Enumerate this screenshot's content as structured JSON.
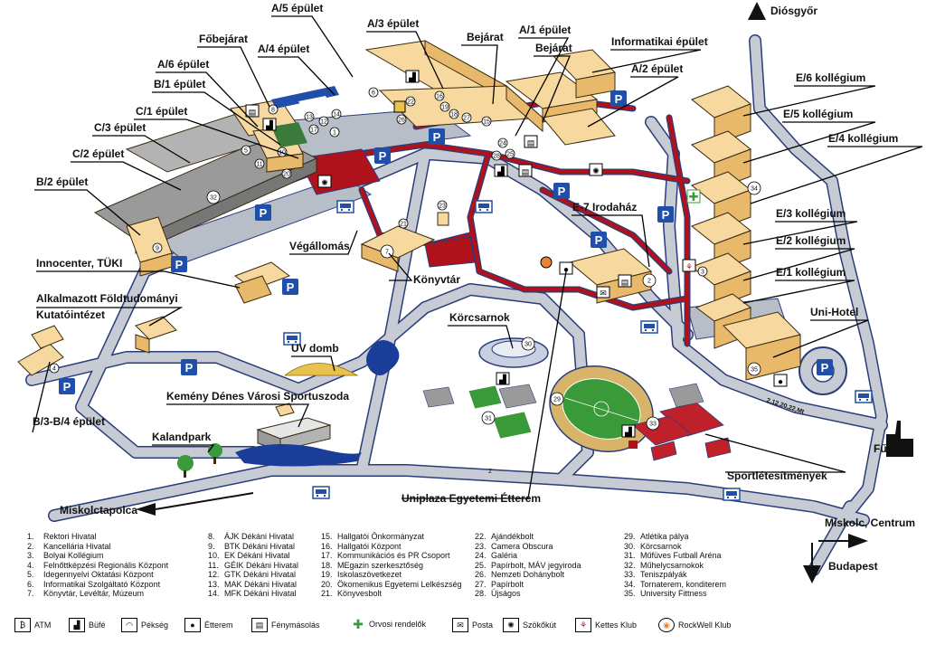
{
  "buildings": {
    "a5": "A/5 épület",
    "a3": "A/3 épület",
    "a4": "A/4 épület",
    "fobejarat": "Főbejárat",
    "a6": "A/6 épület",
    "b1": "B/1 épület",
    "c1": "C/1 épület",
    "c3": "C/3 épület",
    "c2": "C/2 épület",
    "b2": "B/2 épület",
    "bejarat1": "Bejárat",
    "a1": "A/1 épület",
    "bejarat2": "Bejárat",
    "informatikai": "Informatikai épület",
    "a2": "A/2 épület",
    "e6": "E/6 kollégium",
    "e5": "E/5 kollégium",
    "e4": "E/4 kollégium",
    "e3": "E/3 kollégium",
    "e2": "E/2 kollégium",
    "e1": "E/1 kollégium",
    "unihotel": "Uni-Hotel",
    "e7": "E-7 Irodaház",
    "vegallomas": "Végállomás",
    "konyvtar": "Könyvtár",
    "innocenter": "Innocenter, TÜKI",
    "alkalmazott1": "Alkalmazott Földtudományi",
    "alkalmazott2": "Kutatóintézet",
    "korcsarnok": "Körcsarnok",
    "uvdomb": "UV domb",
    "sportuszoda": "Kemény Dénes Városi Sportuszoda",
    "b3b4": "B/3-B/4 épület",
    "kalandpark": "Kalandpark",
    "sportletesitmenyek": "Sportlétesítmények",
    "uniplaza": "Uniplaza Egyetemi Étterem",
    "futomu": "Fűtőmű"
  },
  "directions": {
    "diosgyor": "Diósgyőr",
    "miskolctapolca": "Miskolctapolca",
    "centrum": "Miskolc, Centrum",
    "budapest": "Budapest"
  },
  "bus_lines": "2,12,20,22,Mt",
  "road_number": "2",
  "map_numbers": [
    "1",
    "2",
    "3",
    "4",
    "5",
    "6",
    "7",
    "8",
    "9",
    "10",
    "11",
    "12",
    "13",
    "14",
    "15",
    "16",
    "17",
    "18",
    "19",
    "20",
    "21",
    "22",
    "23",
    "24",
    "25",
    "26",
    "27",
    "28",
    "29",
    "30",
    "31",
    "32",
    "33",
    "34",
    "35"
  ],
  "legend": {
    "col1": [
      {
        "n": "1.",
        "t": "Rektori Hivatal"
      },
      {
        "n": "2.",
        "t": "Kancellária Hivatal"
      },
      {
        "n": "3.",
        "t": "Bolyai Kollégium"
      },
      {
        "n": "4.",
        "t": "Felnőttképzési Regionális Központ"
      },
      {
        "n": "5.",
        "t": "Idegennyelvi Oktatási Központ"
      },
      {
        "n": "6.",
        "t": "Informatikai Szolgáltató Központ"
      },
      {
        "n": "7.",
        "t": "Könyvtár, Levéltár, Múzeum"
      }
    ],
    "col2": [
      {
        "n": "8.",
        "t": "ÁJK Dékáni Hivatal"
      },
      {
        "n": "9.",
        "t": "BTK Dékáni Hivatal"
      },
      {
        "n": "10.",
        "t": "EK Dékáni Hivatal"
      },
      {
        "n": "11.",
        "t": "GÉIK Dékáni Hivatal"
      },
      {
        "n": "12.",
        "t": "GTK Dékáni Hivatal"
      },
      {
        "n": "13.",
        "t": "MAK Dékáni Hivatal"
      },
      {
        "n": "14.",
        "t": "MFK Dékáni Hivatal"
      }
    ],
    "col3": [
      {
        "n": "15.",
        "t": "Hallgatói Önkormányzat"
      },
      {
        "n": "16.",
        "t": "Hallgatói Központ"
      },
      {
        "n": "17.",
        "t": "Kommunikációs és PR Csoport"
      },
      {
        "n": "18.",
        "t": "MEgazin szerkesztőség"
      },
      {
        "n": "19.",
        "t": "Iskolaszövetkezet"
      },
      {
        "n": "20.",
        "t": "Ökomenikus Egyetemi Lelkészség"
      },
      {
        "n": "21.",
        "t": "Könyvesbolt"
      }
    ],
    "col4": [
      {
        "n": "22.",
        "t": "Ajándékbolt"
      },
      {
        "n": "23.",
        "t": "Camera Obscura"
      },
      {
        "n": "24.",
        "t": "Galéria"
      },
      {
        "n": "25.",
        "t": "Papírbolt, MÁV jegyiroda"
      },
      {
        "n": "26.",
        "t": "Nemzeti Dohánybolt"
      },
      {
        "n": "27.",
        "t": "Papírbolt"
      },
      {
        "n": "28.",
        "t": "Újságos"
      }
    ],
    "col5": [
      {
        "n": "29.",
        "t": "Atlétika pálya"
      },
      {
        "n": "30.",
        "t": "Körcsarnok"
      },
      {
        "n": "31.",
        "t": "Műfüves Futball Aréna"
      },
      {
        "n": "32.",
        "t": "Műhelycsarnokok"
      },
      {
        "n": "33.",
        "t": "Teniszpályák"
      },
      {
        "n": "34.",
        "t": "Tornaterem, konditerem"
      },
      {
        "n": "35.",
        "t": "University Fittness"
      }
    ]
  },
  "icon_legend": [
    {
      "icon": "atm-icon",
      "glyph": "₿",
      "t": "ATM"
    },
    {
      "icon": "buffet-icon",
      "glyph": "▟",
      "t": "Büfé"
    },
    {
      "icon": "bakery-icon",
      "glyph": "◠",
      "t": "Pékség"
    },
    {
      "icon": "restaurant-icon",
      "glyph": "●",
      "t": "Étterem"
    },
    {
      "icon": "copy-icon",
      "glyph": "▤",
      "t": "Fénymásolás"
    },
    {
      "icon": "medical-cross-icon",
      "glyph": "✚",
      "t": "Orvosi rendelők"
    },
    {
      "icon": "post-envelope-icon",
      "glyph": "✉",
      "t": "Posta"
    },
    {
      "icon": "fountain-icon",
      "glyph": "✺",
      "t": "Szökőkút"
    },
    {
      "icon": "kettes-klub-icon",
      "glyph": "⚘",
      "t": "Kettes Klub"
    },
    {
      "icon": "rockwell-klub-icon",
      "glyph": "◉",
      "t": "RockWell Klub"
    }
  ],
  "colors": {
    "building_top": "#f7d9a0",
    "building_side": "#e9b96b",
    "roof_grey": "#9a9a9a",
    "road_red": "#b0121b",
    "road_grey": "#bfc4cc",
    "road_outline": "#2b3c7a",
    "parking_blue": "#1f4fa8",
    "field_green": "#3a9a3a",
    "track_tan": "#d8b46a",
    "water_blue": "#1a3d9a"
  }
}
